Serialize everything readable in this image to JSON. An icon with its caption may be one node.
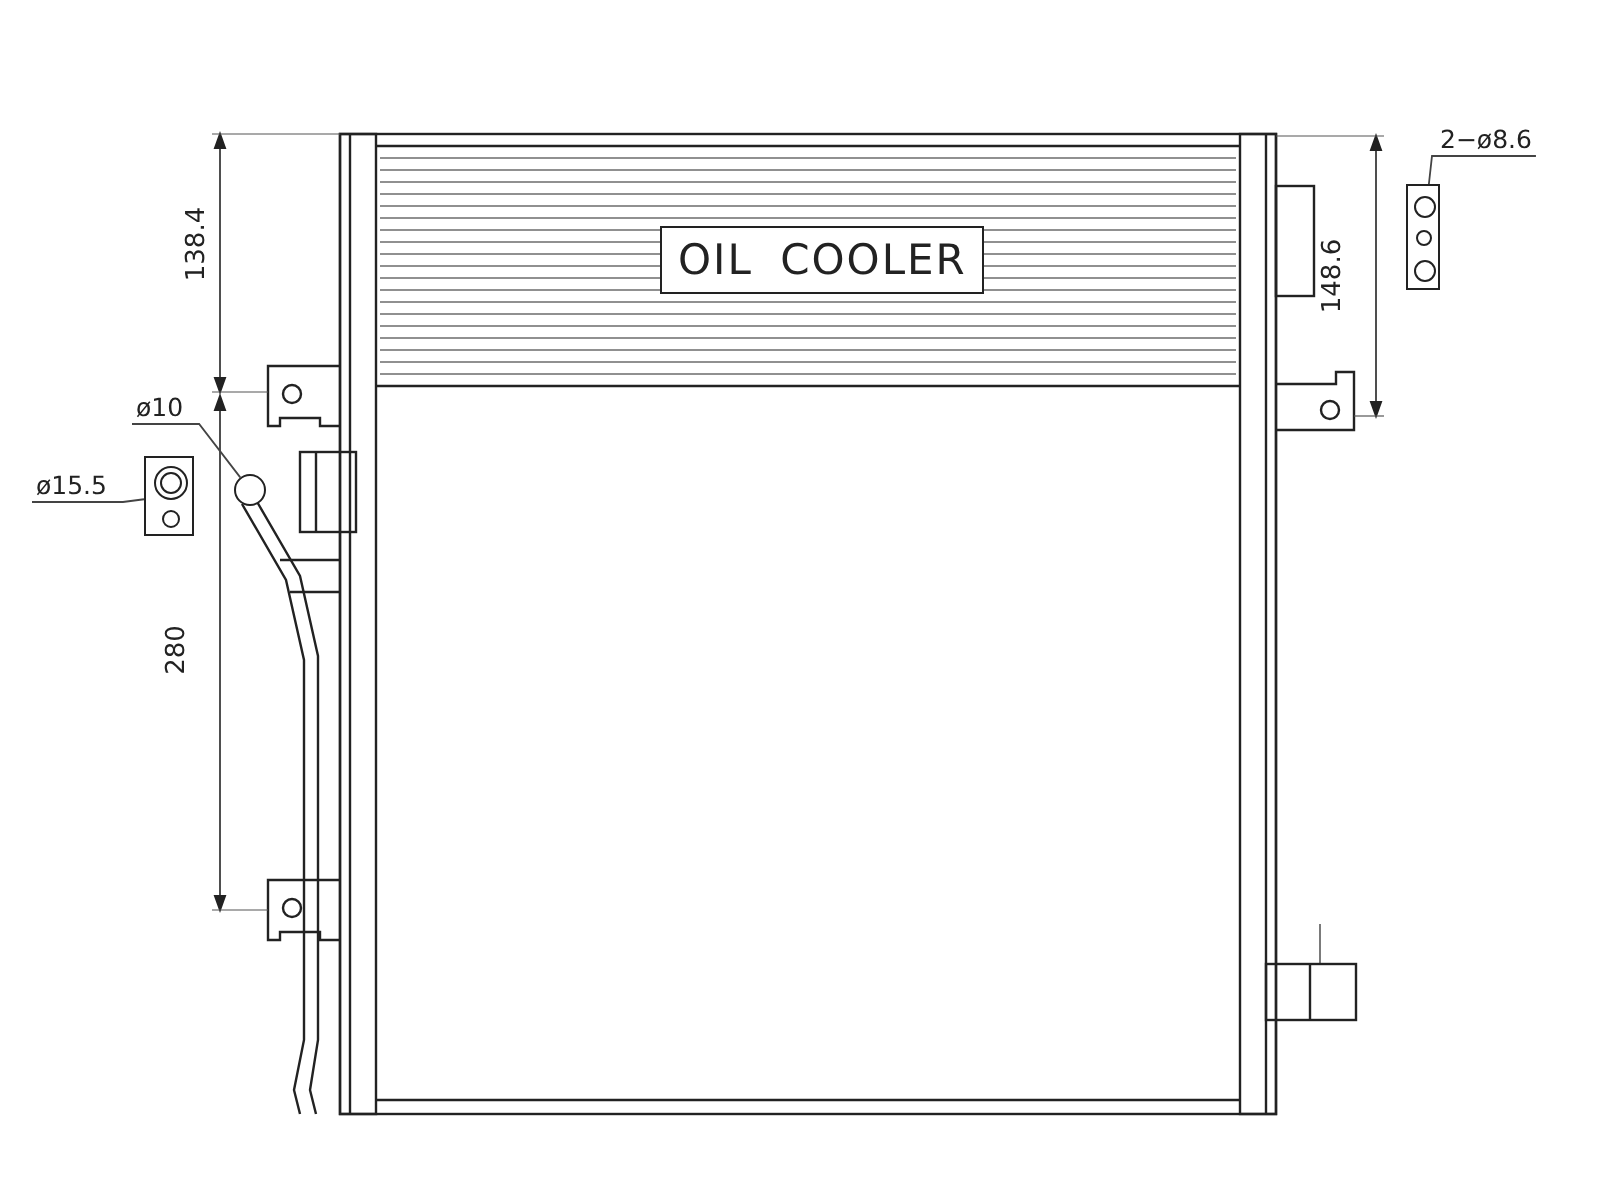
{
  "diagram": {
    "nodes": [
      {
        "text": [
          "2−ø8.6"
        ]
      },
      {
        "text": [],
        "shape": "box"
      },
      {
        "text": [
          "ø10"
        ]
      },
      {
        "text": [],
        "shape": "circle"
      },
      {
        "text": [
          "ø15.5"
        ]
      },
      {
        "text": [],
        "shape": "box"
      }
    ],
    "edges": [
      {
        "from": 0,
        "to": 1,
        "arrow": "none"
      },
      {
        "from": 2,
        "to": 3,
        "arrow": "none"
      },
      {
        "from": 4,
        "to": 5,
        "arrow": "none"
      }
    ],
    "labels": [
      "138.4",
      "OIL COOLER",
      "148.6",
      "280"
    ]
  }
}
